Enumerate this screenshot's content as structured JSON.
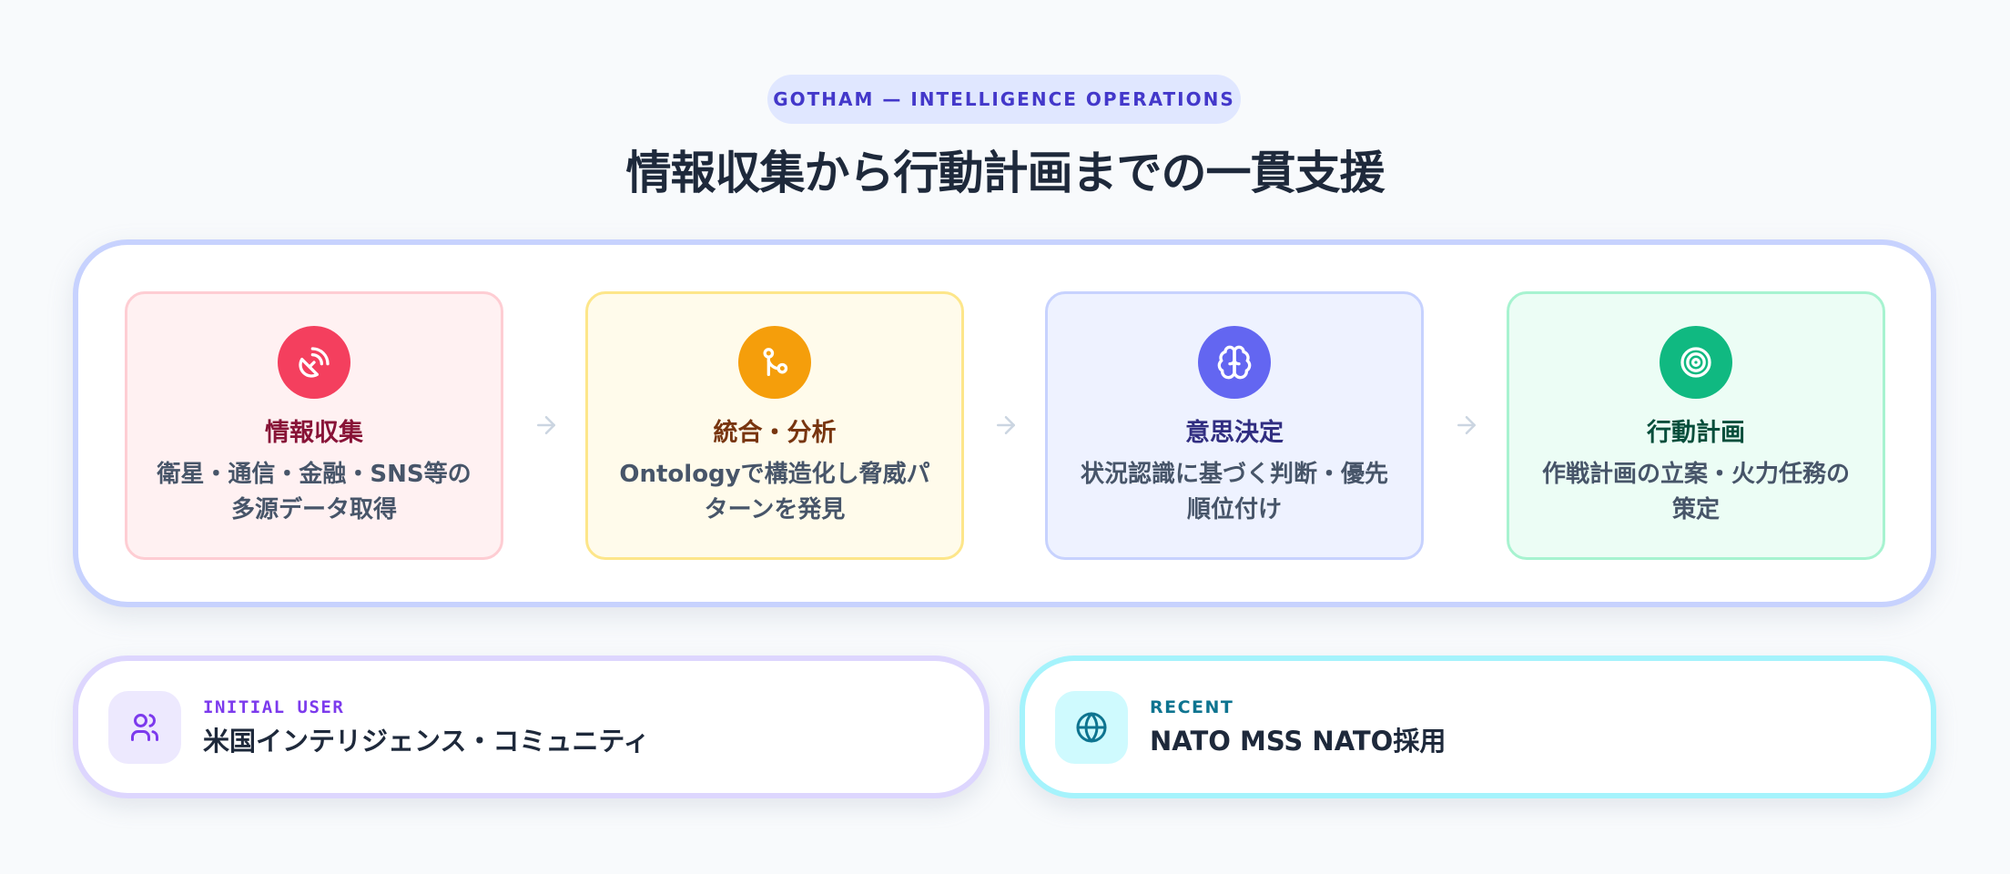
{
  "header": {
    "tag": "GOTHAM — INTELLIGENCE OPERATIONS",
    "title": "情報収集から行動計画までの一貫支援"
  },
  "colors": {
    "background": "#f8fafc",
    "panel_border": "#c7d2fe",
    "tag_bg": "#e0e7ff",
    "tag_text": "#4338ca",
    "arrow": "#cbd5e1"
  },
  "steps": [
    {
      "icon": "satellite-dish-icon",
      "title": "情報収集",
      "description": "衛星・通信・金融・SNS等の多源データ取得",
      "accent": "#f43f5e",
      "card_bg": "#fff1f2",
      "card_border": "#fecdd3",
      "title_color": "#881337"
    },
    {
      "icon": "git-merge-icon",
      "title": "統合・分析",
      "description": "Ontologyで構造化し脅威パターンを発見",
      "accent": "#f59e0b",
      "card_bg": "#fffbeb",
      "card_border": "#fde68a",
      "title_color": "#78350f"
    },
    {
      "icon": "brain-icon",
      "title": "意思決定",
      "description": "状況認識に基づく判断・優先順位付け",
      "accent": "#6366f1",
      "card_bg": "#eef2ff",
      "card_border": "#c7d2fe",
      "title_color": "#312e81"
    },
    {
      "icon": "target-icon",
      "title": "行動計画",
      "description": "作戦計画の立案・火力任務の策定",
      "accent": "#10b981",
      "card_bg": "#ecfdf5",
      "card_border": "#a7f3d0",
      "title_color": "#064e3b"
    }
  ],
  "arrows": [
    "arrow-right-icon",
    "arrow-right-icon",
    "arrow-right-icon"
  ],
  "info_cards": [
    {
      "icon": "users-icon",
      "label": "INITIAL USER",
      "value": "米国インテリジェンス・コミュニティ",
      "accent": "#7c3aed",
      "icon_bg": "#ede9fe",
      "border": "#ddd6fe"
    },
    {
      "icon": "globe-icon",
      "label": "RECENT",
      "value": "NATO MSS NATO採用",
      "accent": "#0e7490",
      "icon_bg": "#cffafe",
      "border": "#a5f3fc"
    }
  ]
}
